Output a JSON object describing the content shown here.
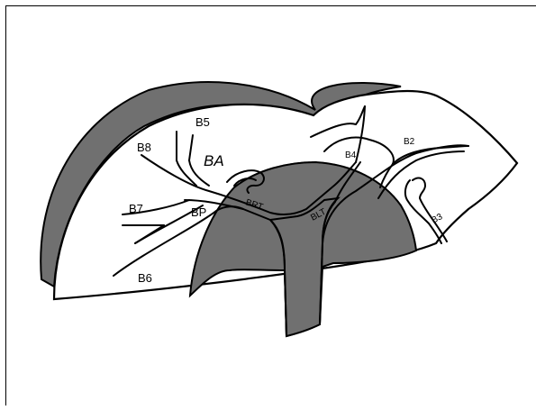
{
  "diagram": {
    "labels": {
      "b5": "B5",
      "b8": "B8",
      "ba": "BA",
      "b7": "B7",
      "bp": "BP",
      "b6": "B6",
      "brt": "BRT",
      "blt": "BLT",
      "b4": "B4",
      "b2": "B2",
      "b3": "B3"
    },
    "colors": {
      "shaded_region": "#707070",
      "outline": "#000000",
      "background": "#ffffff"
    }
  }
}
